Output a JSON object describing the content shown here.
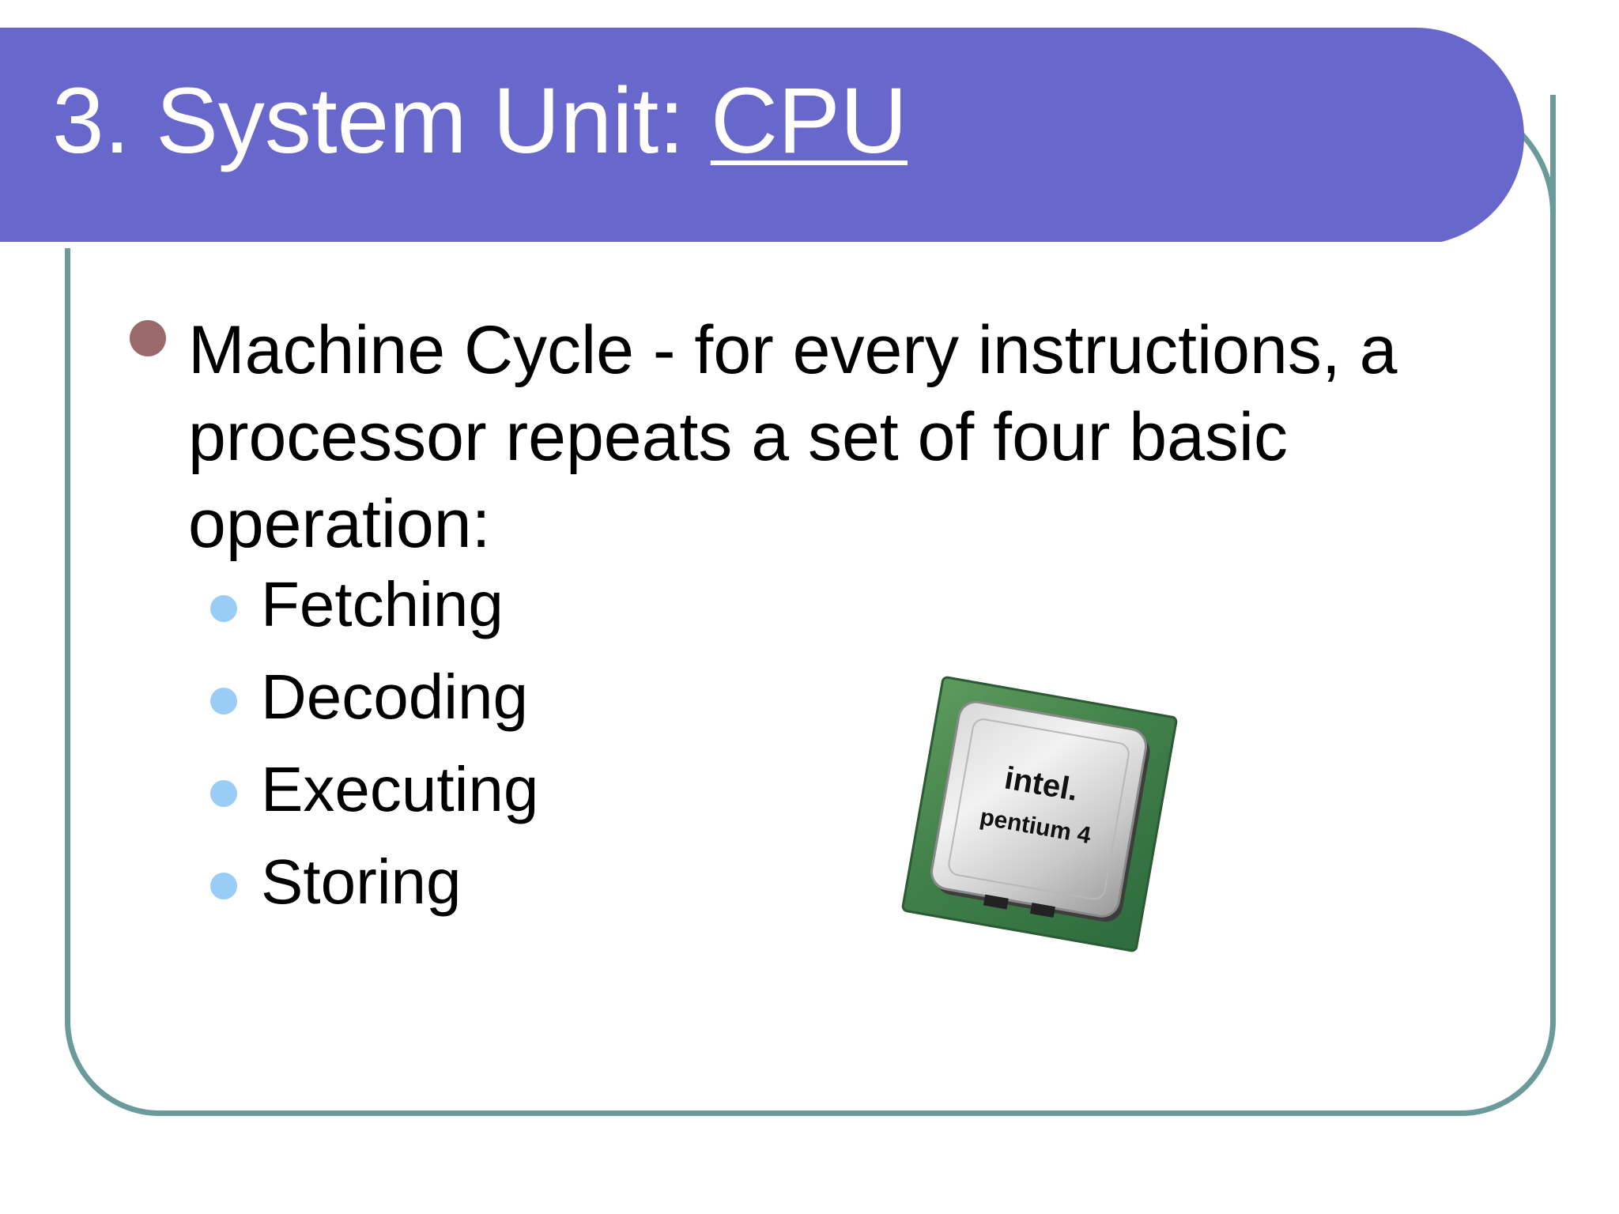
{
  "slide": {
    "title_prefix": "3. System Unit: ",
    "title_link": "CPU",
    "main_bullet": "Machine Cycle - for every instructions, a processor repeats a set of four basic operation:",
    "sub_bullets": [
      "Fetching",
      "Decoding",
      "Executing",
      "Storing"
    ],
    "image": {
      "brand": "intel.",
      "model": "pentium 4"
    }
  },
  "colors": {
    "title_bar": "#6868cc",
    "frame": "#6a9a99",
    "main_bullet": "#9a6a6a",
    "sub_bullet": "#99ccf7"
  }
}
